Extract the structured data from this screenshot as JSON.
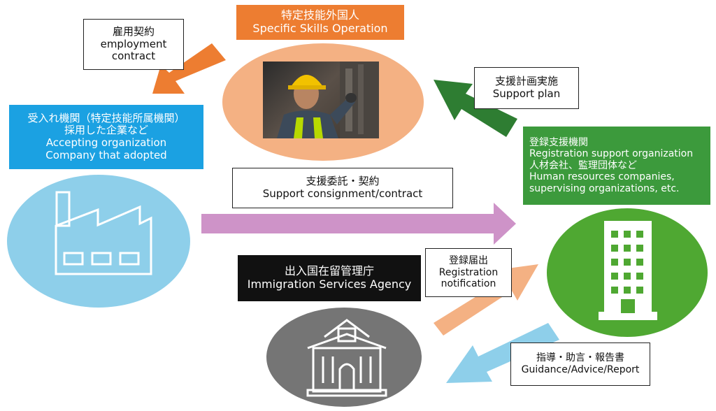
{
  "foreign_worker": {
    "title_jp": "特定技能外国人",
    "title_en": "Specific Skills Operation",
    "color": "#ED7D31",
    "ellipse_color": "#F4B183"
  },
  "employment": {
    "jp": "雇用契約",
    "en1": "employment",
    "en2": "contract"
  },
  "support_plan": {
    "jp": "支援計画実施",
    "en": "Support plan"
  },
  "accepting": {
    "jp1": "受入れ機関（特定技能所属機関）",
    "jp2": "採用した企業など",
    "en1": "Accepting organization",
    "en2": "Company that adopted",
    "color": "#1BA1E2",
    "ellipse_color": "#8ECFEA"
  },
  "registration_org": {
    "jp1": "登録支援機関",
    "en1": "Registration support organization",
    "jp2": "人材会社、監理団体など",
    "en2": "Human resources companies,",
    "en3": "supervising organizations, etc.",
    "color": "#3C9A3C",
    "ellipse_color": "#4FA832"
  },
  "consignment": {
    "jp": "支援委託・契約",
    "en": "Support consignment/contract"
  },
  "immigration": {
    "jp": "出入国在留管理庁",
    "en": "Immigration Services Agency",
    "color": "#111111",
    "ellipse_color": "#757575"
  },
  "notification": {
    "jp": "登録届出",
    "en1": "Registration",
    "en2": "notification"
  },
  "guidance": {
    "jp": "指導・助言・報告書",
    "en": "Guidance/Advice/Report"
  },
  "arrow_colors": {
    "employment": "#ED7D31",
    "support_plan": "#2E7D32",
    "consignment": "#CE93C8",
    "notification": "#F4B183",
    "guidance": "#8ECFEA"
  },
  "icons": {
    "factory": "factory-icon",
    "building": "office-building-icon",
    "government": "government-building-icon",
    "worker": "worker-photo"
  }
}
